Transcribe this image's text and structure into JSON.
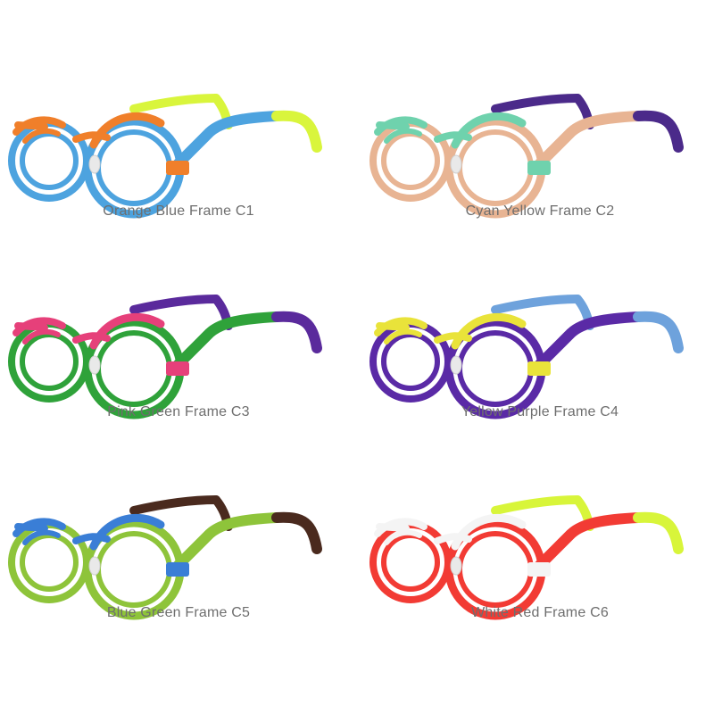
{
  "products": [
    {
      "caption": "Orange Blue Frame C1",
      "colors": {
        "main": "#4da3df",
        "accent": "#f07f2a",
        "tip": "#d9f53c"
      }
    },
    {
      "caption": "Cyan Yellow Frame C2",
      "colors": {
        "main": "#e8b493",
        "accent": "#6fd2ad",
        "tip": "#4b2a8a"
      }
    },
    {
      "caption": "Pink Green Frame C3",
      "colors": {
        "main": "#2fa23a",
        "accent": "#e6407a",
        "tip": "#5a2a9c"
      }
    },
    {
      "caption": "Yellow Purple Frame C4",
      "colors": {
        "main": "#5a2aa6",
        "accent": "#e9e33a",
        "tip": "#6ea2dc"
      }
    },
    {
      "caption": "Blue Green Frame C5",
      "colors": {
        "main": "#8ec43a",
        "accent": "#3a7ed6",
        "tip": "#4a2a1e"
      }
    },
    {
      "caption": "White Red Frame C6",
      "colors": {
        "main": "#f23b34",
        "accent": "#f4f4f4",
        "tip": "#d8f53a"
      }
    }
  ]
}
